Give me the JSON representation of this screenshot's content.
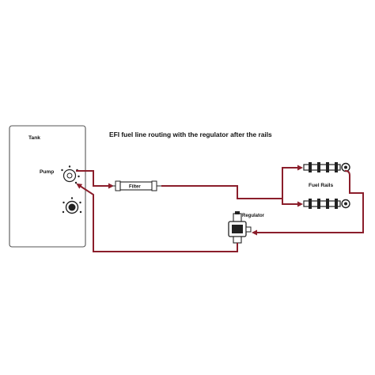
{
  "diagram": {
    "title": "EFI fuel line routing with the regulator after the rails",
    "labels": {
      "tank": "Tank",
      "pump": "Pump",
      "filter": "Filter",
      "fuel_rails": "Fuel Rails",
      "regulator": "Regulator"
    },
    "colors": {
      "fuel_line": "#8b1e2b",
      "outline": "#555555",
      "background": "#ffffff"
    },
    "icons": [
      "tank-outline",
      "pump-icon",
      "gauge-sender-icon",
      "filter-icon",
      "fuel-rail-icon",
      "regulator-icon",
      "arrow-icon"
    ]
  }
}
